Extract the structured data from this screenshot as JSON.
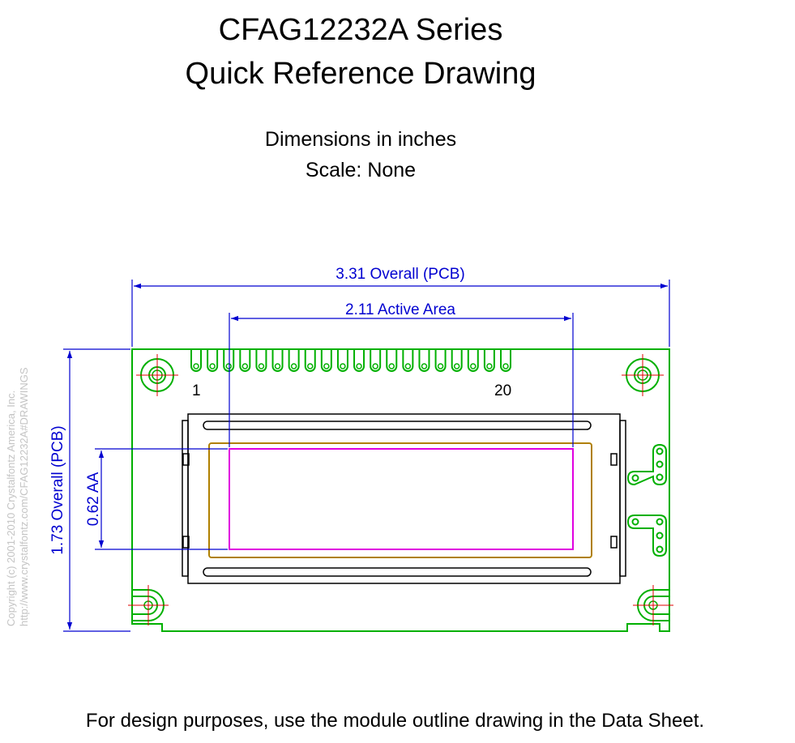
{
  "header": {
    "title_line1": "CFAG12232A Series",
    "title_line2": "Quick Reference Drawing",
    "units": "Dimensions in inches",
    "scale": "Scale: None"
  },
  "dimensions": {
    "overall_width": "3.31 Overall (PCB)",
    "active_width": "2.11 Active Area",
    "overall_height": "1.73 Overall (PCB)",
    "active_height": "0.62 AA"
  },
  "pins": {
    "first_label": "1",
    "last_label": "20",
    "count": 20
  },
  "copyright": {
    "line1": "Copyright (c) 2001-2010 Crystalfontz America, Inc.",
    "line2": "http://www.crystalfontz.com/CFAG12232A#DRAWINGS"
  },
  "footer": "For design purposes, use the module outline drawing in the Data Sheet.",
  "colors": {
    "pcb": "#00b000",
    "dimension": "#0000d0",
    "active_area": "#e000e0",
    "viewing_area": "#b08000",
    "crosshair": "#e00000",
    "bezel": "#000000"
  }
}
